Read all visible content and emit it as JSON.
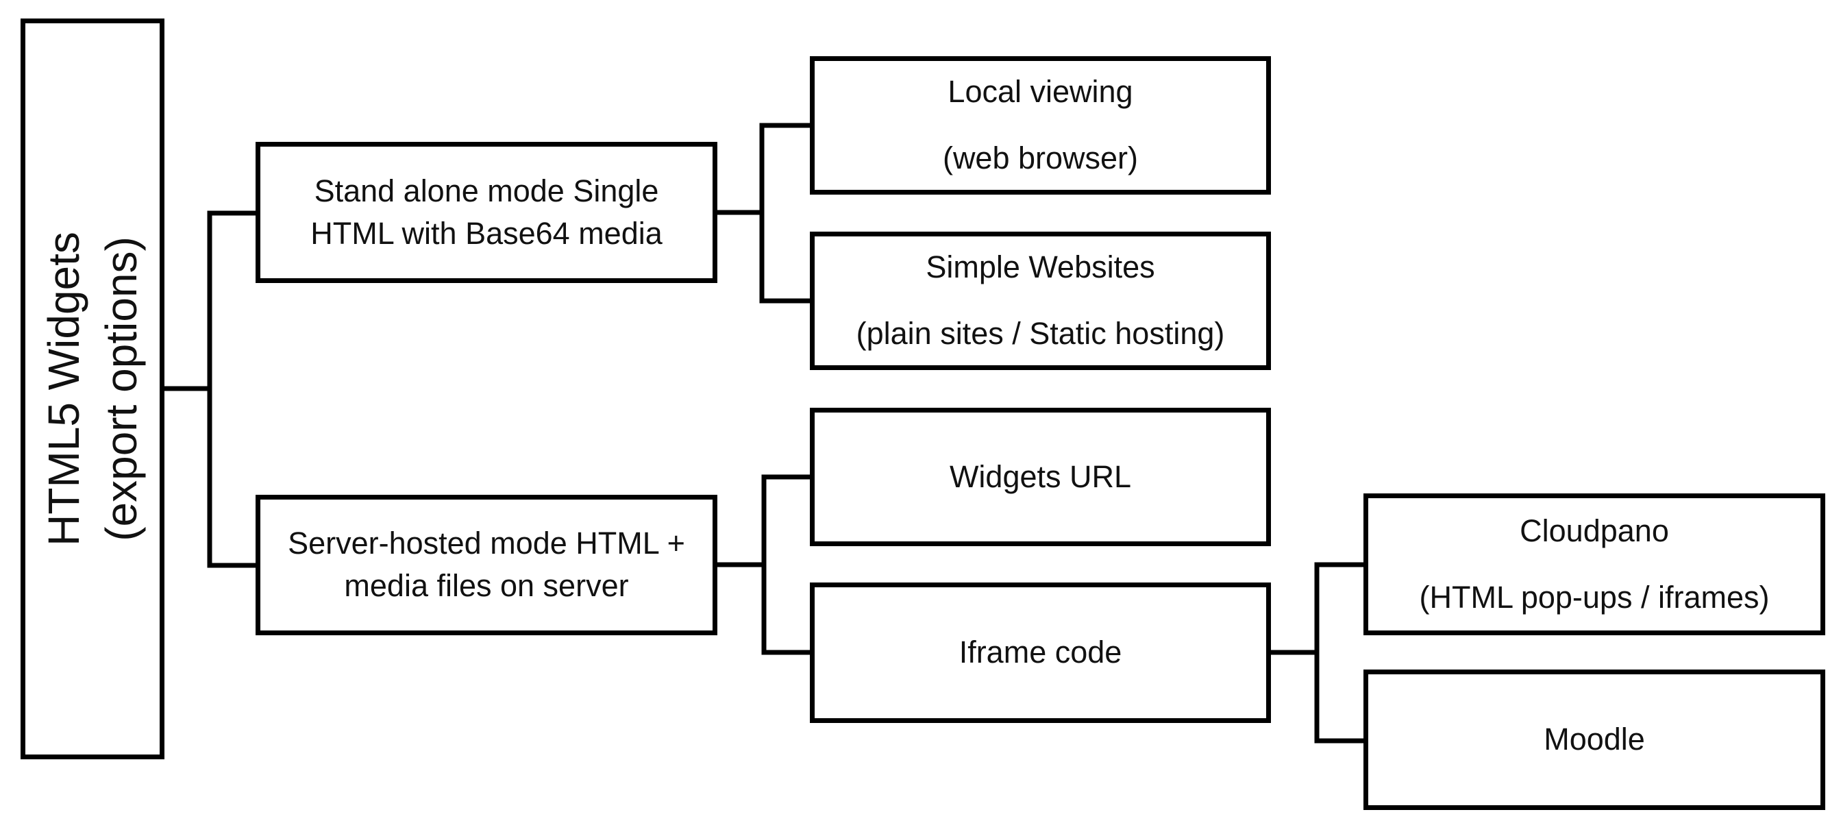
{
  "diagram": {
    "title": "HTML5 Widgets (export options)",
    "colors": {
      "box_border": "#000000",
      "box_fill": "#ffffff",
      "text": "#111111",
      "background": "#ffffff",
      "connector": "#000000"
    },
    "root": {
      "id": "root",
      "lines": [
        "HTML5 Widgets",
        "(export options)"
      ]
    },
    "nodes": {
      "standalone": {
        "lines": [
          "Stand alone mode Single",
          "HTML with Base64 media"
        ]
      },
      "serverhosted": {
        "lines": [
          "Server-hosted mode HTML +",
          "media files on server"
        ]
      },
      "local_viewing": {
        "lines": [
          "Local viewing",
          "(web browser)"
        ]
      },
      "simple_websites": {
        "lines": [
          "Simple Websites",
          "(plain sites / Static hosting)"
        ]
      },
      "widgets_url": {
        "lines": [
          "Widgets URL"
        ]
      },
      "iframe_code": {
        "lines": [
          "Iframe code"
        ]
      },
      "cloudpano": {
        "lines": [
          "Cloudpano",
          "(HTML pop-ups / iframes)"
        ]
      },
      "moodle": {
        "lines": [
          "Moodle"
        ]
      }
    },
    "edges": [
      [
        "root",
        "standalone"
      ],
      [
        "root",
        "serverhosted"
      ],
      [
        "standalone",
        "local_viewing"
      ],
      [
        "standalone",
        "simple_websites"
      ],
      [
        "serverhosted",
        "widgets_url"
      ],
      [
        "serverhosted",
        "iframe_code"
      ],
      [
        "iframe_code",
        "cloudpano"
      ],
      [
        "iframe_code",
        "moodle"
      ]
    ]
  }
}
